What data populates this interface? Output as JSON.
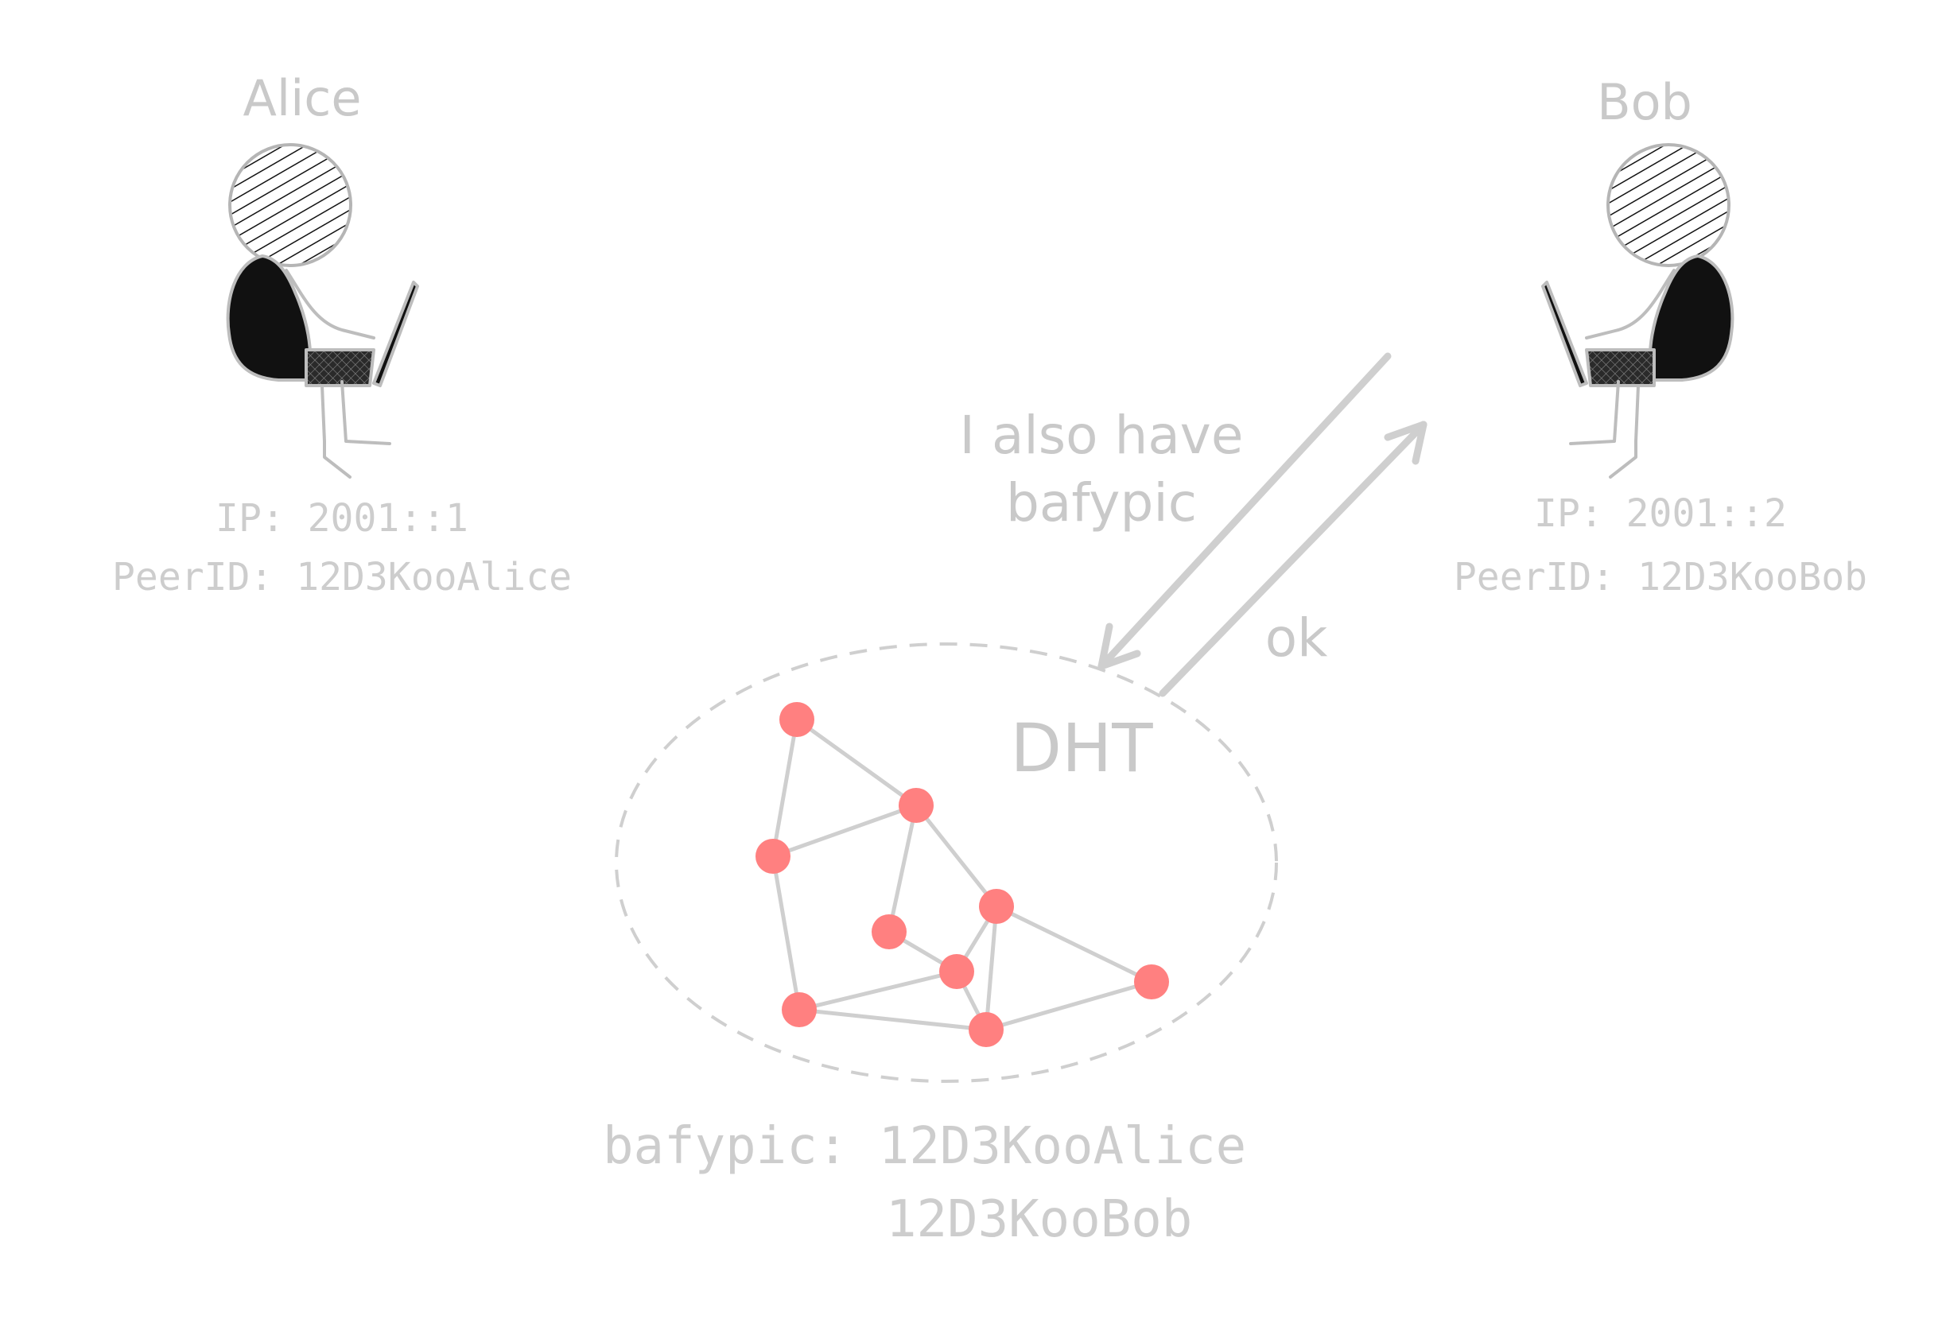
{
  "peers": {
    "alice": {
      "name": "Alice",
      "ip": "IP: 2001::1",
      "peer_id": "PeerID: 12D3KooAlice"
    },
    "bob": {
      "name": "Bob",
      "ip": "IP: 2001::2",
      "peer_id": "PeerID: 12D3KooBob"
    }
  },
  "messages": {
    "announce_line1": "I also have",
    "announce_line2": "bafypic",
    "reply": "ok"
  },
  "dht": {
    "label": "DHT",
    "record_line1": "bafypic: 12D3KooAlice",
    "record_line2": "12D3KooBob"
  },
  "colors": {
    "node": "#ff8080",
    "text": "#c9c9c9",
    "figure": "#111111"
  },
  "icons": {
    "alice_figure": "person-with-laptop-icon",
    "bob_figure": "person-with-laptop-icon"
  }
}
